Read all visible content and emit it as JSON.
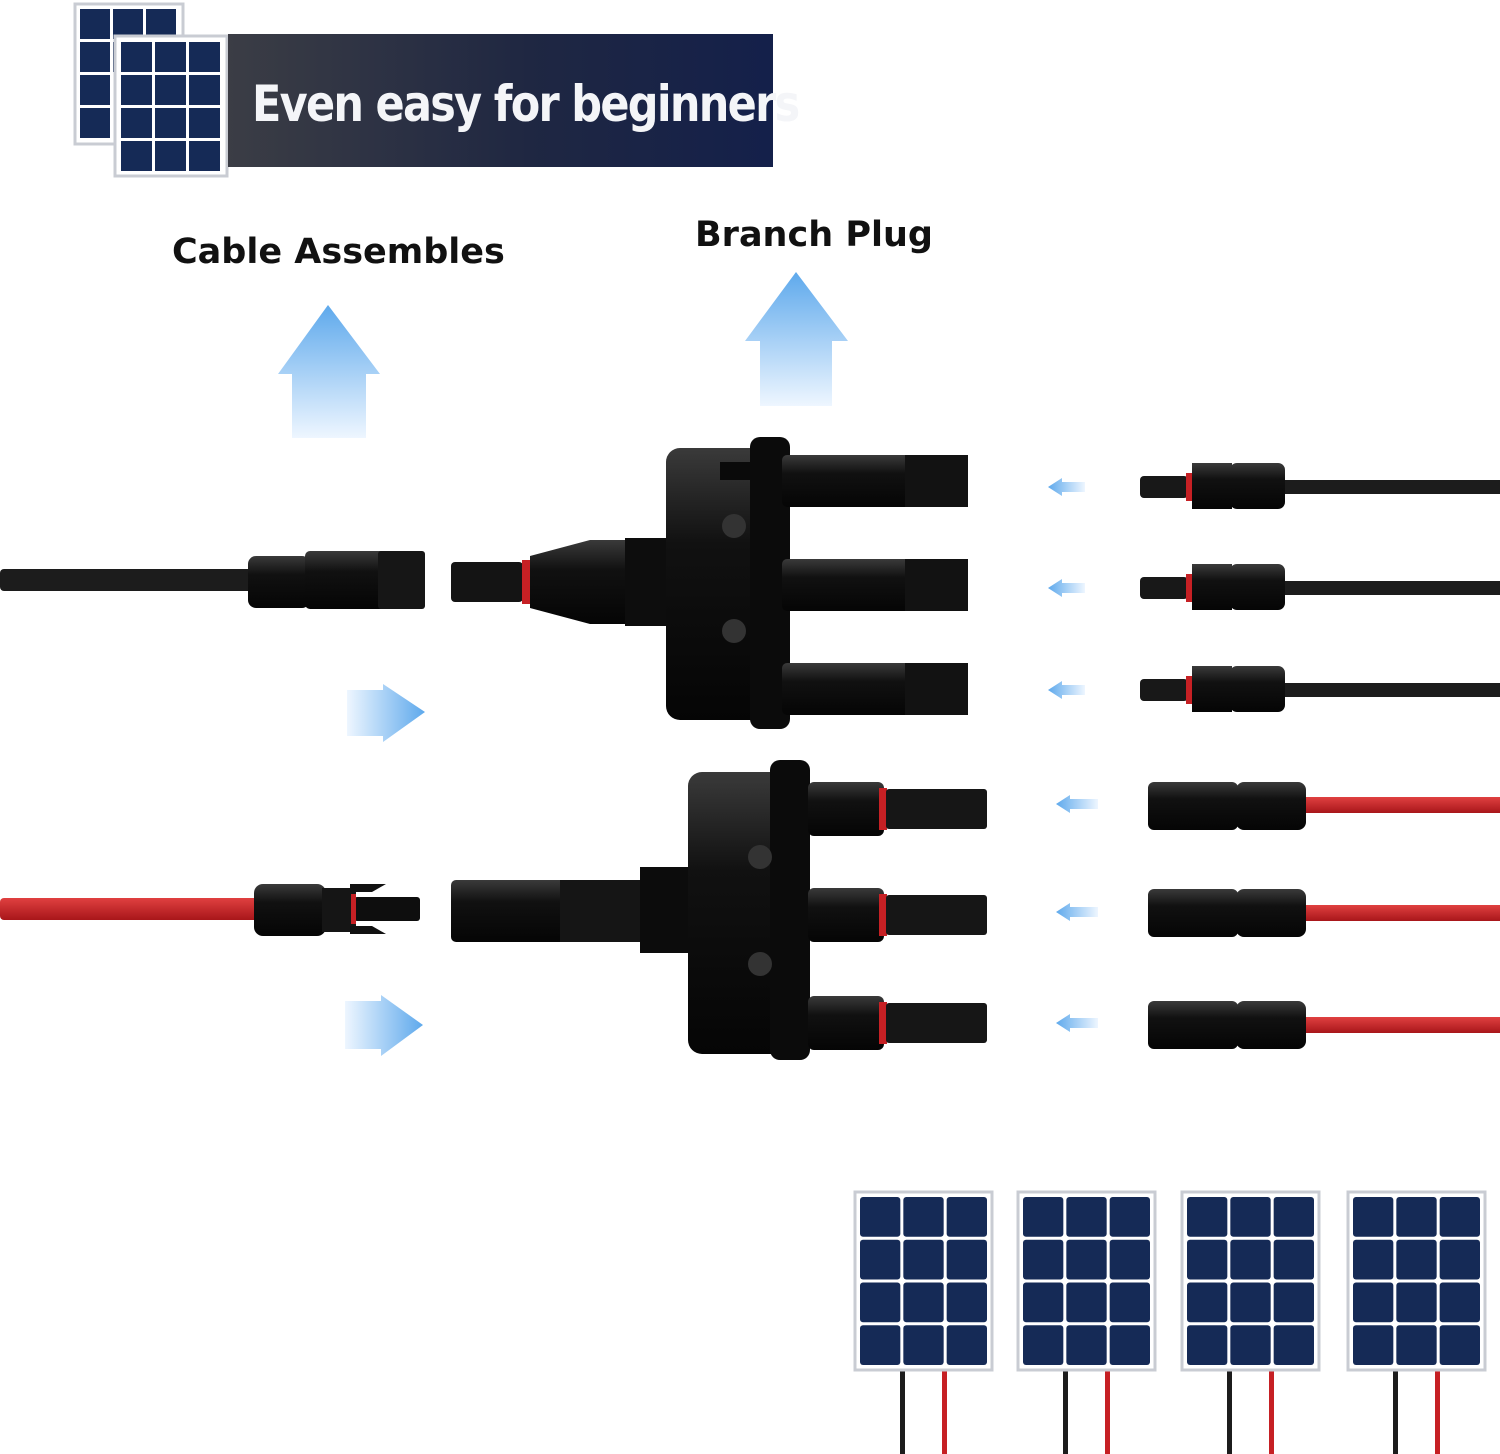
{
  "banner": {
    "title": "Even easy for beginners"
  },
  "labels": {
    "cable_assembles": "Cable Assembles",
    "branch_plug": "Branch Plug"
  },
  "colors": {
    "banner_bg": "#1a2447",
    "arrow_light": "#dceefe",
    "arrow_dark": "#6fb5ef",
    "panel_cell": "#152a56",
    "cable_black": "#1c1c1c",
    "cable_red": "#c62024"
  },
  "icons": [
    "solar-panel-icon",
    "up-arrow-icon",
    "right-arrow-icon",
    "left-arrow-icon",
    "branch-connector-icon",
    "mc4-connector-icon"
  ]
}
